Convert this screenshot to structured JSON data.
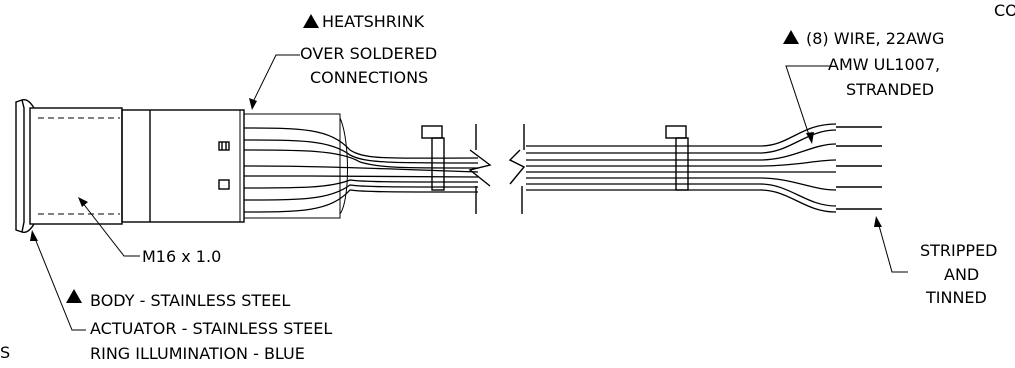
{
  "callouts": {
    "heatshrink": [
      "HEATSHRINK",
      "OVER SOLDERED",
      "CONNECTIONS"
    ],
    "wire": [
      "(8) WIRE, 22AWG",
      "AMW UL1007,",
      "STRANDED"
    ],
    "thread": "M16 x 1.0",
    "materials": [
      "BODY - STAINLESS STEEL",
      "ACTUATOR - STAINLESS STEEL",
      "RING ILLUMINATION - BLUE"
    ],
    "stripped": [
      "STRIPPED",
      "AND",
      "TINNED"
    ],
    "partial_top_right": "CO",
    "partial_left": "S"
  },
  "markers": {
    "revision_symbol": "triangle-icon"
  }
}
